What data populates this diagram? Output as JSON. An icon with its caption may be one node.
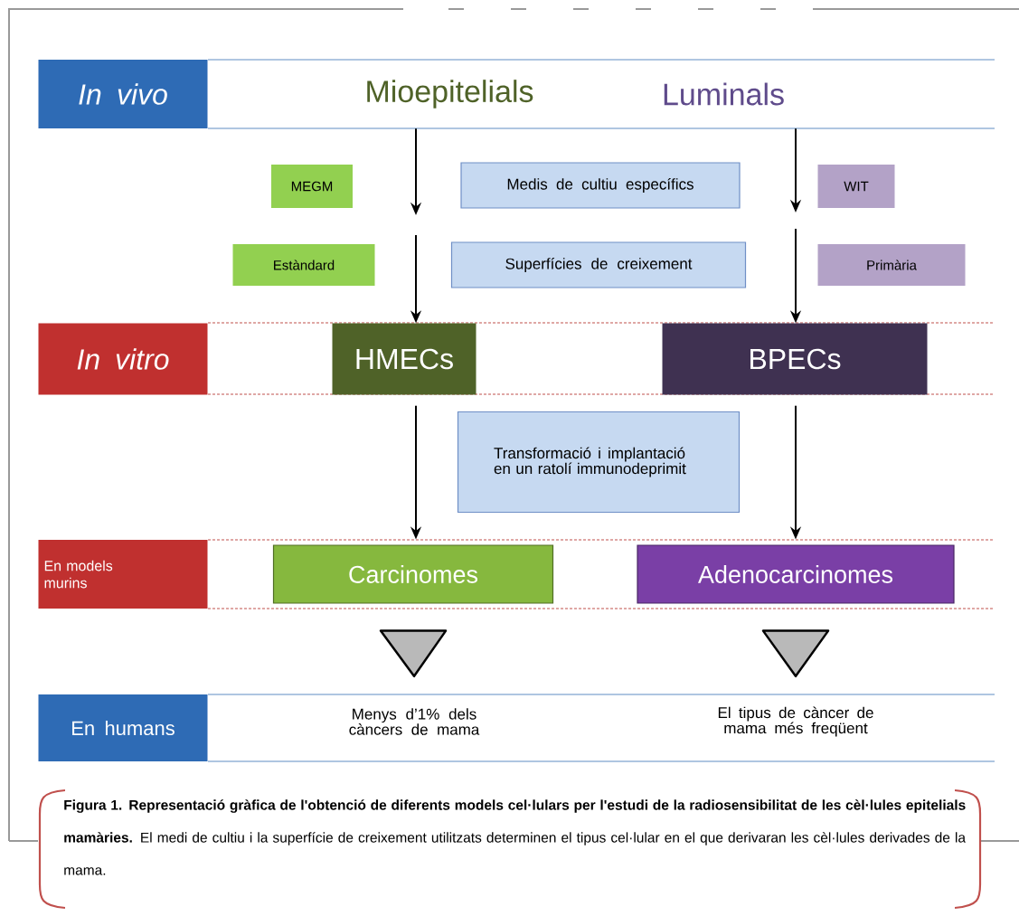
{
  "diagram": {
    "nodes": [
      {
        "text": [
          "In vivo"
        ]
      },
      {
        "text": [
          "Mioepitelials"
        ]
      },
      {
        "text": [
          "Luminals"
        ]
      },
      {
        "text": [
          "MEGM"
        ]
      },
      {
        "text": [
          "Medis de cultiu específics"
        ]
      },
      {
        "text": [
          "WIT"
        ]
      },
      {
        "text": [
          "Estàndard"
        ]
      },
      {
        "text": [
          "Superfícies de creixement"
        ]
      },
      {
        "text": [
          "Primària"
        ]
      },
      {
        "text": [
          "In vitro"
        ]
      },
      {
        "text": [
          "HMECs"
        ]
      },
      {
        "text": [
          "BPECs"
        ]
      },
      {
        "text": [
          "Transformació i implantació en un ratolí immunodeprimit"
        ]
      },
      {
        "text": [
          "En models murins"
        ]
      },
      {
        "text": [
          "Carcinomes"
        ]
      },
      {
        "text": [
          "Adenocarcinomes"
        ]
      },
      {
        "text": [
          "En humans"
        ]
      },
      {
        "text": [
          "Menys d’1% dels càncers de mama"
        ]
      },
      {
        "text": [
          "El tipus de càncer de mama més freqüent"
        ]
      }
    ],
    "edges": [
      {
        "from": 1,
        "to": null,
        "arrow": "to"
      },
      {
        "from": null,
        "to": 10,
        "arrow": "to"
      },
      {
        "from": 2,
        "to": null,
        "arrow": "to"
      },
      {
        "from": null,
        "to": 11,
        "arrow": "to"
      },
      {
        "from": 10,
        "to": 14,
        "arrow": "to"
      },
      {
        "from": 11,
        "to": 15,
        "arrow": "to"
      },
      {
        "from": 14,
        "to": 17,
        "arrow": "to"
      },
      {
        "from": 15,
        "to": 18,
        "arrow": "to"
      }
    ],
    "caption": "**Figura 1. Representació gràfica de l'obtenció de diferents models cel·lulars per l'estudi de la radiosensibilitat de les cèl·lules epitelials mamàries.** El medi de cultiu i la superfície de creixement utilitzats determinen el tipus cel·lular en el que derivaran les cèl·lules derivades de la mama."
  }
}
